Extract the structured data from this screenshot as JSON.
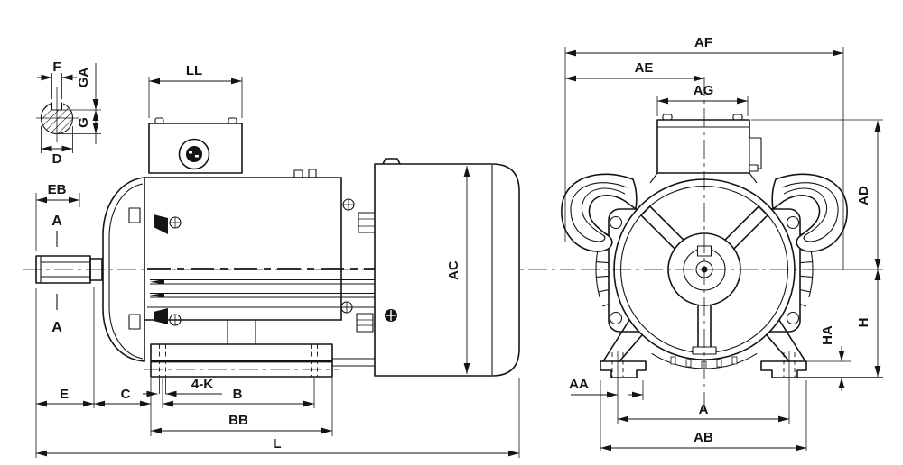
{
  "drawing": {
    "type": "electric-motor-outline-dimension-drawing",
    "colors": {
      "line": "#141414",
      "background": "#ffffff"
    },
    "section_detail": {
      "F": "F",
      "GA": "GA",
      "G": "G",
      "D": "D",
      "EB": "EB",
      "section_mark": "A"
    },
    "side_view": {
      "LL": "LL",
      "AC": "AC",
      "E": "E",
      "C": "C",
      "hole_spec": "4-K",
      "B": "B",
      "BB": "BB",
      "L": "L"
    },
    "front_view": {
      "AF": "AF",
      "AE": "AE",
      "AG": "AG",
      "AD": "AD",
      "H": "H",
      "HA": "HA",
      "AA": "AA",
      "A": "A",
      "AB": "AB"
    }
  }
}
